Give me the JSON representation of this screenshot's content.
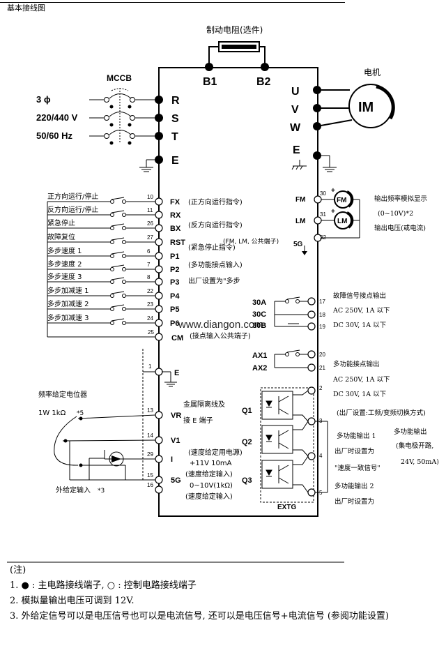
{
  "page_title": "基本接线图",
  "brake_resistor_label": "制动电阻(选件)",
  "brake_terminals": [
    "B1",
    "B2"
  ],
  "motor_label": "电机",
  "motor_symbol": "IM",
  "mccb_label": "MCCB",
  "power_supply": [
    "3 ϕ",
    "220/440 V",
    "50/60 Hz"
  ],
  "main_input_terminals": [
    "R",
    "S",
    "T",
    "E"
  ],
  "output_terminals": [
    "U",
    "V",
    "W",
    "E"
  ],
  "input_signals": [
    {
      "label": "正方向运行/停止",
      "num": "10",
      "term": "FX",
      "desc": "(正方向运行指令)"
    },
    {
      "label": "反方向运行/停止",
      "num": "11",
      "term": "RX",
      "desc": ""
    },
    {
      "label": "紧急停止",
      "num": "26",
      "term": "BX",
      "desc": "(反方向运行指令)"
    },
    {
      "label": "故障复位",
      "num": "27",
      "term": "RST",
      "desc": "(紧急停止指令)"
    },
    {
      "label": "多步速度 1",
      "num": "6",
      "term": "P1",
      "desc": ""
    },
    {
      "label": "多步速度 2",
      "num": "7",
      "term": "P2",
      "desc": "(多功能接点输入)"
    },
    {
      "label": "多步速度 3",
      "num": "8",
      "term": "P3",
      "desc": "出厂设置为\"多步"
    },
    {
      "label": "多步加减速 1",
      "num": "22",
      "term": "P4",
      "desc": ""
    },
    {
      "label": "多步加减速 2",
      "num": "23",
      "term": "P5",
      "desc": ""
    },
    {
      "label": "多步加减速 3",
      "num": "24",
      "term": "P6",
      "desc": ""
    }
  ],
  "common_terminal": {
    "num": "25",
    "term": "CM",
    "desc": "(接点输入公共端子)"
  },
  "common_note": "(FM, LM, 公共端子)",
  "earth_terminal": {
    "num": "1",
    "term": "E"
  },
  "shield_note": [
    "金属隔离线及",
    "接 E 端子"
  ],
  "pot_label": [
    "频率给定电位器",
    "1W 1kΩ"
  ],
  "pot_note": "*5",
  "ext_input_label": "外给定输入",
  "ext_input_note": "*3",
  "analog_terminals": [
    {
      "num": "13",
      "term": "VR"
    },
    {
      "num": "14",
      "term": "V1"
    },
    {
      "num": "29",
      "term": "I"
    },
    {
      "num": "15",
      "term": "5G"
    },
    {
      "num": "16",
      "term": ""
    }
  ],
  "analog_desc": [
    "(速度给定用电源)",
    "+11V 10mA",
    "(速度给定输入)",
    "0~10V(1kΩ)",
    "(速度给定输入)"
  ],
  "monitor": {
    "terminals": [
      {
        "num": "30",
        "term": "FM",
        "sym": "FM"
      },
      {
        "num": "31",
        "term": "LM",
        "sym": "LM"
      },
      {
        "num": "32",
        "term": "5G",
        "sym": ""
      }
    ],
    "desc": [
      "输出频率模拟显示",
      "(0~10V)*2",
      "输出电压(或电流)"
    ]
  },
  "fault_relay": {
    "terminals": [
      {
        "num": "17",
        "term": "30A"
      },
      {
        "num": "18",
        "term": "30C"
      },
      {
        "num": "19",
        "term": "30B"
      }
    ],
    "desc": [
      "故障信号接点输出",
      "AC 250V, 1A 以下",
      "DC 30V, 1A 以下"
    ]
  },
  "aux_relay": {
    "terminals": [
      {
        "num": "20",
        "term": "AX1"
      },
      {
        "num": "21",
        "term": "AX2"
      }
    ],
    "desc": [
      "多功能接点输出",
      "AC 250V, 1A 以下",
      "DC 30V, 1A 以下"
    ],
    "extra": "(出厂设置:工频/变频切换方式)"
  },
  "transistor_outputs": {
    "transistors": [
      "Q1",
      "Q2",
      "Q3"
    ],
    "nums": [
      "2",
      "3",
      "4",
      "5"
    ],
    "ground_label": "EXTG",
    "desc_left": [
      "多功能输出 1",
      "出厂时设置为",
      "\"速度一致信号\"",
      "多功能输出 2",
      "出厂时设置为"
    ],
    "desc_right": [
      "多功能输出",
      "(集电极开路,",
      "24V, 50mA)"
    ]
  },
  "watermark": "www.diangon.com",
  "notes_title": "(注)",
  "notes": [
    "1. ● : 主电路接线端子, ○ : 控制电路接线端子",
    "2. 模拟量输出电压可调到 12V.",
    "3. 外给定信号可以是电压信号也可以是电流信号, 还可以是电压信号+电流信号 (参阅功能设置)"
  ]
}
